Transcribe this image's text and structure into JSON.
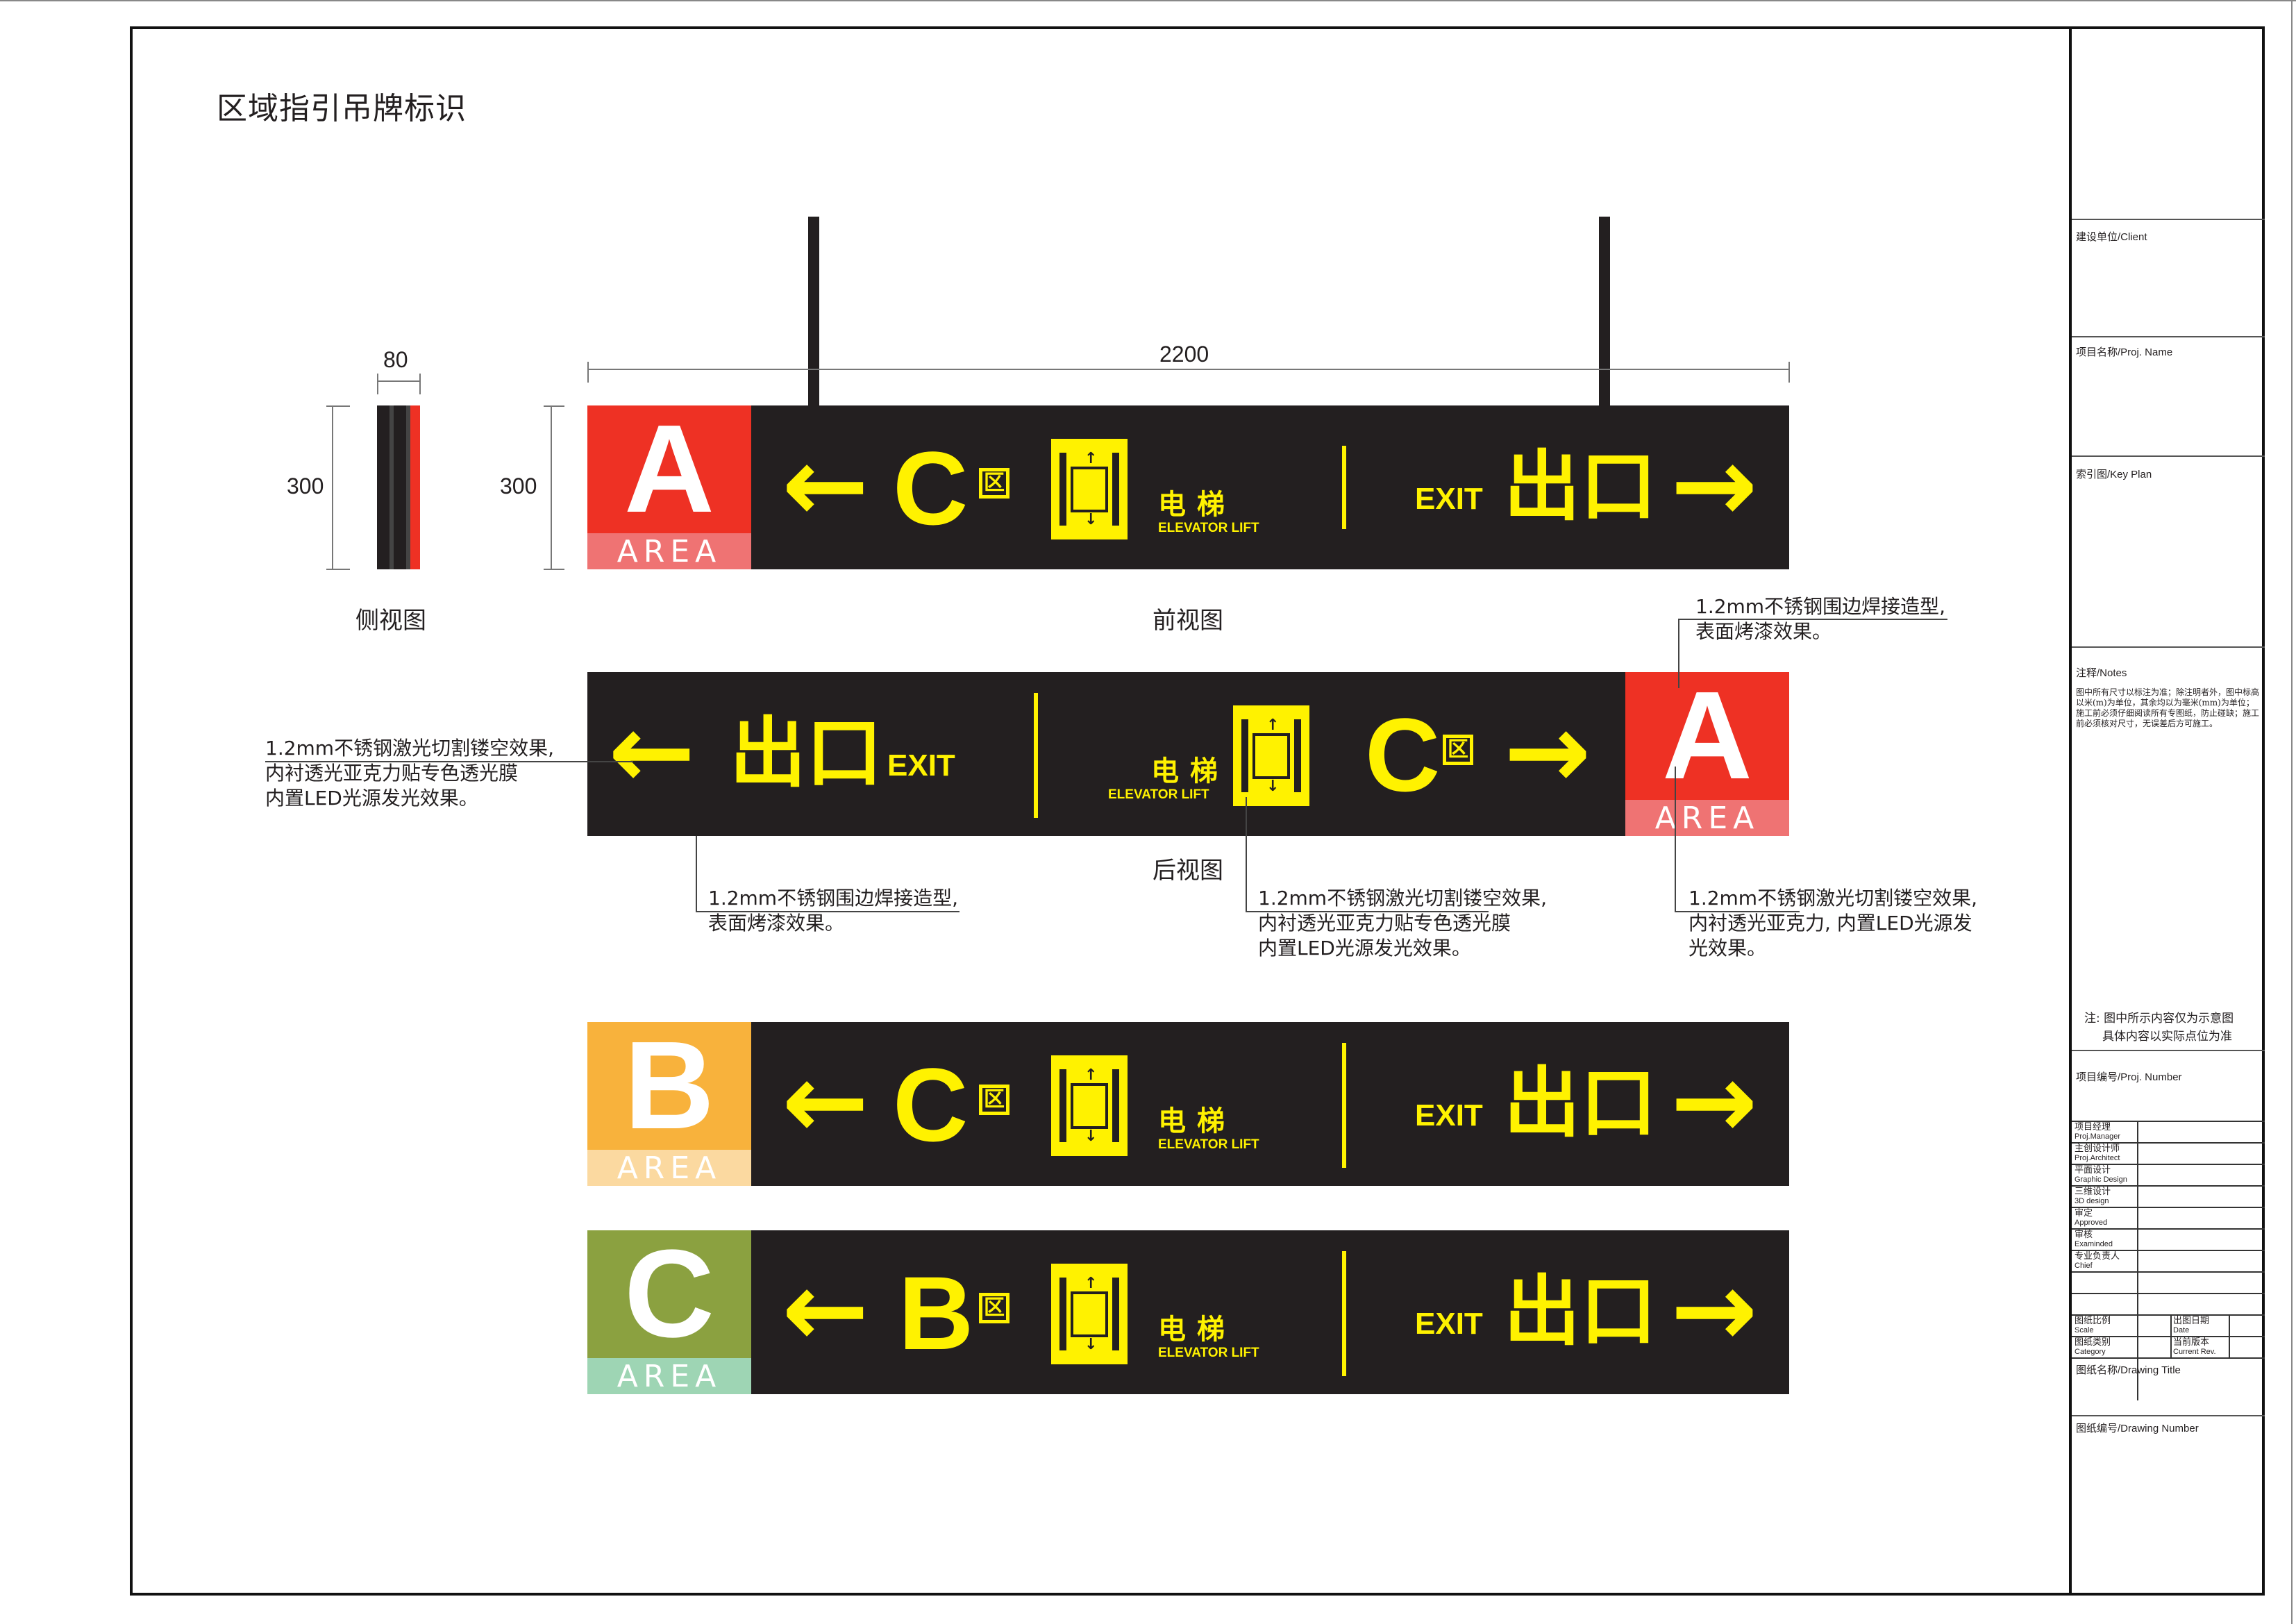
{
  "page_title": "区域指引吊牌标识",
  "dimensions": {
    "side_width": "80",
    "side_height": "300",
    "front_height": "300",
    "front_width": "2200"
  },
  "captions": {
    "side_view": "侧视图",
    "front_view": "前视图",
    "back_view": "后视图"
  },
  "colors": {
    "sign_bg": "#231f20",
    "sign_yellow": "#fff200",
    "area_a": "#ee3124",
    "area_a_band": "#ef7373",
    "area_b": "#f8b23c",
    "area_b_band": "#fbd9a0",
    "area_c": "#8ba140",
    "area_c_band": "#9ed5b4"
  },
  "signs": {
    "front_a": {
      "area_letter": "A",
      "area_label": "AREA",
      "left_arrow": "←",
      "zone_letter": "C",
      "zone_char": "区",
      "lift_cn": "电梯",
      "lift_en": "ELEVATOR LIFT",
      "exit_en": "EXIT",
      "exit_cn": "出口",
      "right_arrow": "→"
    },
    "back_a": {
      "left_arrow": "←",
      "exit_cn": "出口",
      "exit_en": "EXIT",
      "lift_cn": "电梯",
      "lift_en": "ELEVATOR LIFT",
      "zone_letter": "C",
      "zone_char": "区",
      "right_arrow": "→",
      "area_letter": "A",
      "area_label": "AREA"
    },
    "front_b": {
      "area_letter": "B",
      "area_label": "AREA",
      "left_arrow": "←",
      "zone_letter": "C",
      "zone_char": "区",
      "lift_cn": "电梯",
      "lift_en": "ELEVATOR LIFT",
      "exit_en": "EXIT",
      "exit_cn": "出口",
      "right_arrow": "→"
    },
    "front_c": {
      "area_letter": "C",
      "area_label": "AREA",
      "left_arrow": "←",
      "zone_letter": "B",
      "zone_char": "区",
      "lift_cn": "电梯",
      "lift_en": "ELEVATOR LIFT",
      "exit_en": "EXIT",
      "exit_cn": "出口",
      "right_arrow": "→"
    }
  },
  "annotations": {
    "top_right": [
      "1.2mm不锈钢围边焊接造型,",
      "表面烤漆效果。"
    ],
    "left": [
      "1.2mm不锈钢激光切割镂空效果,",
      "内衬透光亚克力贴专色透光膜",
      "内置LED光源发光效果。"
    ],
    "bottom_1": [
      "1.2mm不锈钢围边焊接造型,",
      "表面烤漆效果。"
    ],
    "bottom_2": [
      "1.2mm不锈钢激光切割镂空效果,",
      "内衬透光亚克力贴专色透光膜",
      "内置LED光源发光效果。"
    ],
    "bottom_3": [
      "1.2mm不锈钢激光切割镂空效果,",
      "内衬透光亚克力, 内置LED光源发",
      "光效果。"
    ]
  },
  "title_block": {
    "client": "建设单位/Client",
    "proj_name": "项目名称/Proj. Name",
    "key_plan": "索引图/Key Plan",
    "notes_label": "注释/Notes",
    "notes_text": "图中所有尺寸以标注为准；除注明者外，图中标高以米(m)为单位，其余均以为毫米(mm)为单位；施工前必须仔细阅读所有专图纸，防止碰缺；施工前必须核对尺寸，无误差后方可施工。",
    "disclaimer_1": "注: 图中所示内容仅为示意图",
    "disclaimer_2": "具体内容以实际点位为准",
    "proj_number": "项目编号/Proj. Number",
    "roles": [
      {
        "cn": "项目经理",
        "en": "Proj.Manager"
      },
      {
        "cn": "主创设计师",
        "en": "Proj.Architect"
      },
      {
        "cn": "平面设计",
        "en": "Graphic Design"
      },
      {
        "cn": "三维设计",
        "en": "3D design"
      },
      {
        "cn": "审定",
        "en": "Approved"
      },
      {
        "cn": "审核",
        "en": "Examinded"
      },
      {
        "cn": "专业负责人",
        "en": "Chief"
      },
      {
        "cn": "",
        "en": ""
      },
      {
        "cn": "",
        "en": ""
      }
    ],
    "scale": {
      "cn": "图纸比例",
      "en": "Scale"
    },
    "date": {
      "cn": "出图日期",
      "en": "Date"
    },
    "category": {
      "cn": "图纸类别",
      "en": "Category"
    },
    "current_rev": {
      "cn": "当前版本",
      "en": "Current Rev."
    },
    "drawing_title": "图纸名称/Drawing Title",
    "drawing_number": "图纸编号/Drawing Number"
  }
}
